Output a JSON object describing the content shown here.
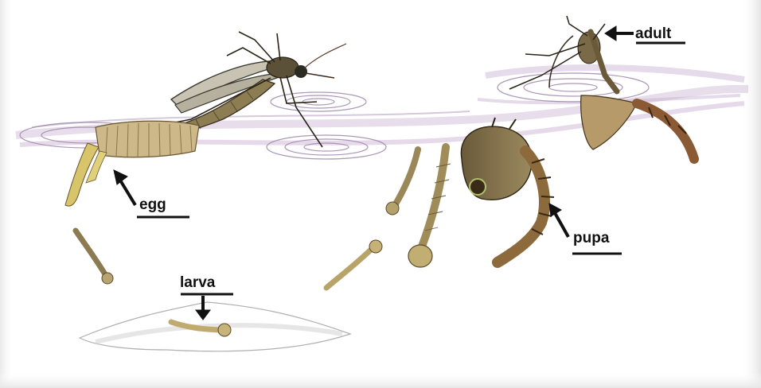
{
  "diagram": {
    "labels": {
      "egg": "egg",
      "larva": "larva",
      "pupa": "pupa",
      "adult": "adult"
    }
  }
}
